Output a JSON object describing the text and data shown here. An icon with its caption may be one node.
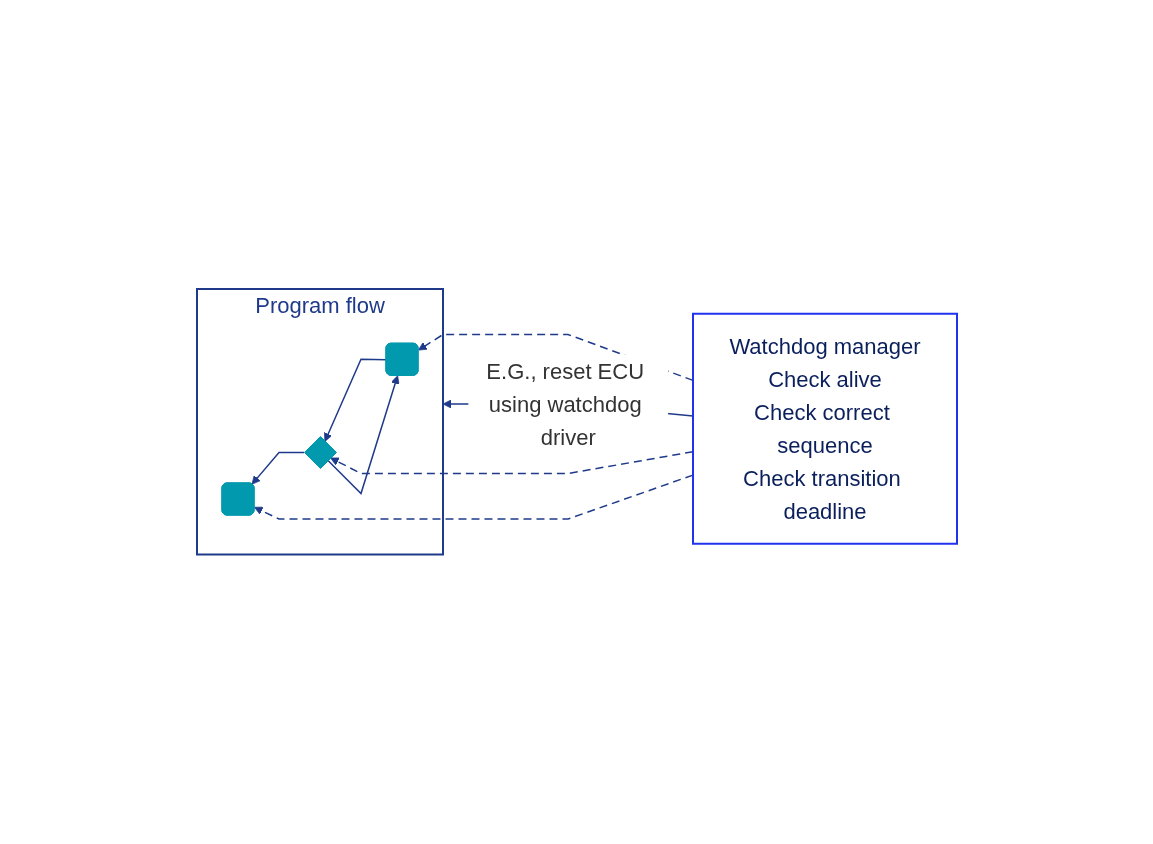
{
  "diagram": {
    "nodes": [
      {
        "text": [
          "Program flow"
        ]
      },
      {
        "text": [],
        "shape": "box",
        "in": 0
      },
      {
        "text": [],
        "shape": "diamond",
        "in": 0
      },
      {
        "text": [],
        "shape": "box",
        "in": 0
      },
      {
        "text": [
          "Watchdog manager",
          "Check alive",
          "Check correct sequence",
          "Check transition deadline"
        ]
      }
    ],
    "edges": [
      {
        "from": 1,
        "to": 2,
        "arrow": "to"
      },
      {
        "from": 2,
        "to": 1,
        "arrow": "to"
      },
      {
        "from": 2,
        "to": 3,
        "arrow": "to"
      },
      {
        "from": 4,
        "to": 1,
        "arrow": "to",
        "style": "dashed"
      },
      {
        "from": 4,
        "to": 2,
        "arrow": "to",
        "style": "dashed"
      },
      {
        "from": 4,
        "to": 3,
        "arrow": "to",
        "style": "dashed"
      },
      {
        "from": 4,
        "to": 0,
        "arrow": "to",
        "label": "E.G., reset ECU using watchdog driver"
      }
    ]
  }
}
